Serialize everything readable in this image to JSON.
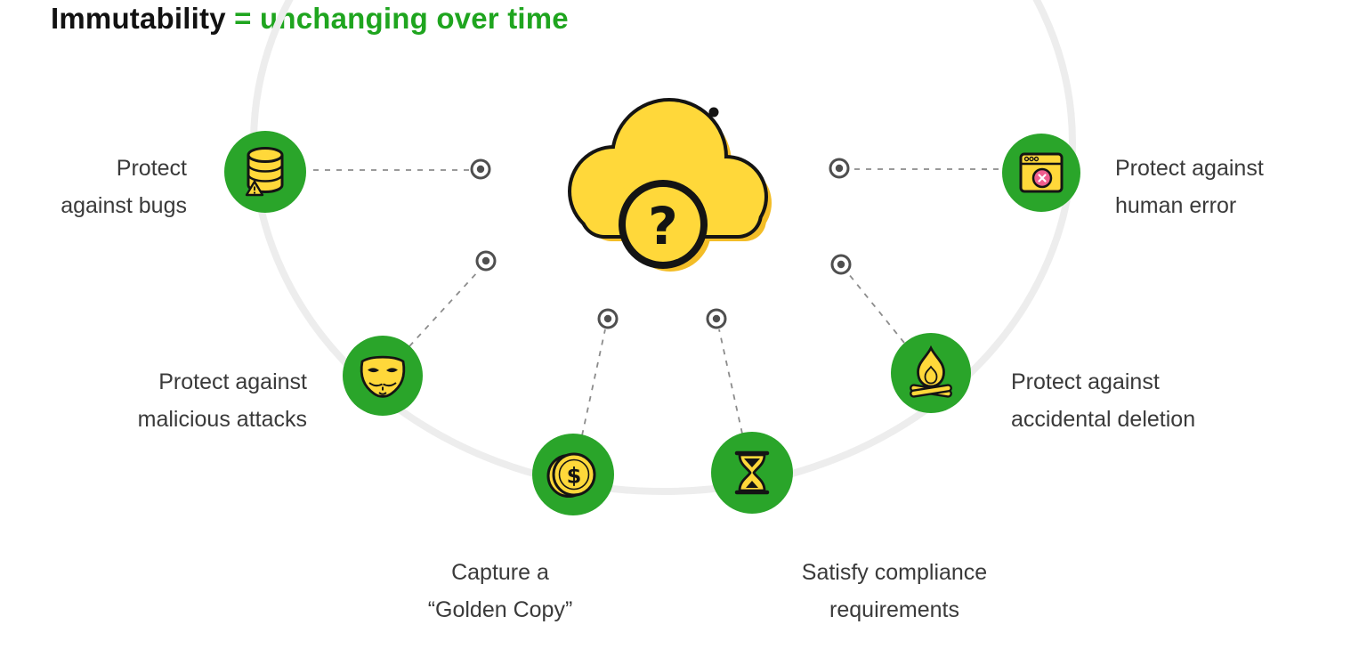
{
  "title": {
    "term": "Immutability",
    "definition": "= unchanging over time"
  },
  "center": {
    "question_mark": "?"
  },
  "icons": {
    "dollar_symbol": "$"
  },
  "items": [
    {
      "id": "bugs",
      "icon": "database-warning-icon",
      "label_lines": [
        "Protect",
        "against bugs"
      ]
    },
    {
      "id": "malicious-attacks",
      "icon": "anonymous-mask-icon",
      "label_lines": [
        "Protect against",
        "malicious attacks"
      ]
    },
    {
      "id": "golden-copy",
      "icon": "gold-coin-icon",
      "label_lines": [
        "Capture a",
        "“Golden Copy”"
      ]
    },
    {
      "id": "compliance",
      "icon": "hourglass-icon",
      "label_lines": [
        "Satisfy compliance",
        "requirements"
      ]
    },
    {
      "id": "accidental-deletion",
      "icon": "campfire-icon",
      "label_lines": [
        "Protect against",
        "accidental deletion"
      ]
    },
    {
      "id": "human-error",
      "icon": "browser-error-icon",
      "label_lines": [
        "Protect against",
        "human error"
      ]
    }
  ],
  "colors": {
    "accent_green": "#1fa51f",
    "icon_green": "#2aa52a",
    "yellow": "#ffd83a",
    "yellow_shadow": "#f3bd27",
    "outline": "#141414",
    "label_text": "#3a3a3a",
    "title_text": "#121212",
    "line_gray": "#8c8c8c",
    "dot_gray": "#4f4f4f",
    "arc_gray": "#ededed",
    "error_pink": "#ef5e8e"
  }
}
